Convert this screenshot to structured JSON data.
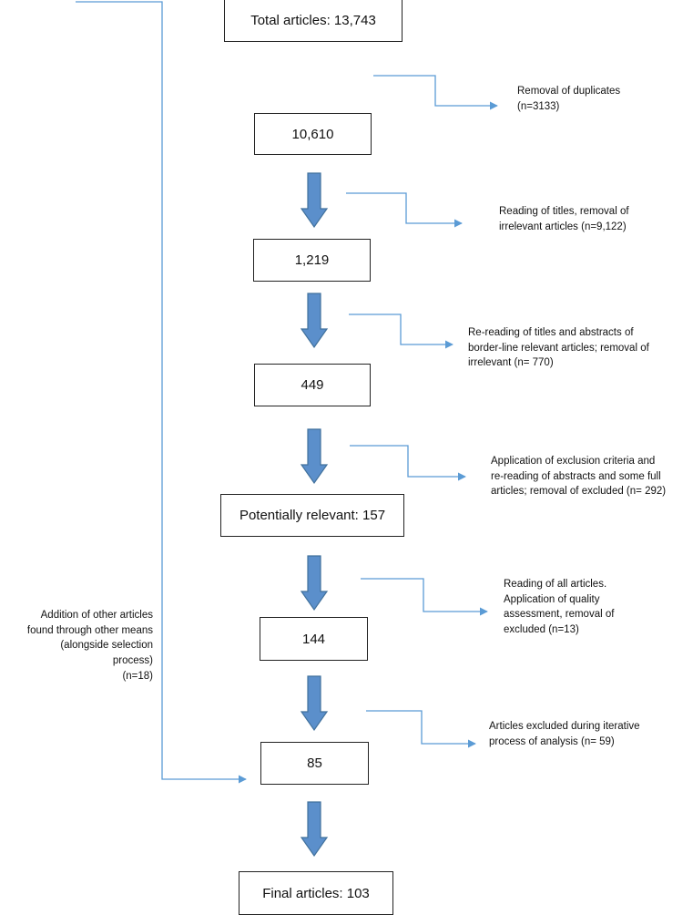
{
  "boxes": {
    "total": "Total articles: 13,743",
    "b10610": "10,610",
    "b1219": "1,219",
    "b449": "449",
    "potentially": "Potentially relevant: 157",
    "b144": "144",
    "b85": "85",
    "final": "Final articles: 103"
  },
  "notes": {
    "duplicates": [
      "Removal of duplicates",
      "(n=3133)"
    ],
    "titles": [
      "Reading of titles, removal of",
      "irrelevant articles (n=9,122)"
    ],
    "rereading": [
      "Re-reading of titles and abstracts of",
      "border-line relevant articles; removal of",
      "irrelevant (n= 770)"
    ],
    "exclusion": [
      "Application of exclusion criteria and",
      "re-reading of abstracts and some full",
      "articles; removal of excluded (n= 292)"
    ],
    "quality": [
      "Reading of all articles.",
      "Application of quality",
      "assessment, removal of",
      "excluded (n=13)"
    ],
    "iterative": [
      "Articles excluded during iterative",
      "process of analysis (n= 59)"
    ],
    "addition": [
      "Addition of other articles",
      "found through other means",
      "(alongside selection",
      "process)",
      "(n=18)"
    ]
  },
  "colors": {
    "connector": "#5b9bd5",
    "arrow_fill": "#5b8fcb",
    "arrow_stroke": "#41719c",
    "box_border": "#222222"
  }
}
